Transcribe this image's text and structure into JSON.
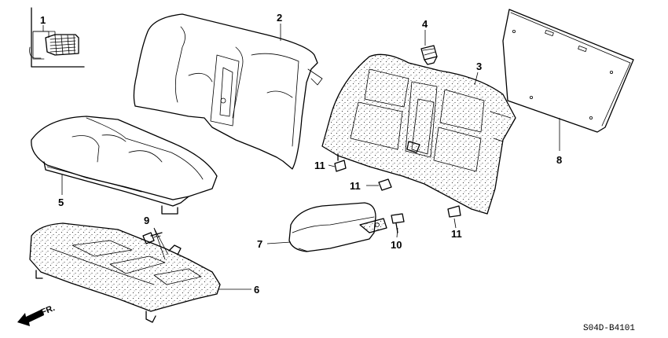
{
  "diagram_code": "S04D-B4101",
  "direction_label": "FR.",
  "callouts": {
    "c1": "1",
    "c2": "2",
    "c3": "3",
    "c4": "4",
    "c5": "5",
    "c6": "6",
    "c7": "7",
    "c8": "8",
    "c9": "9",
    "c10": "10",
    "c11a": "11",
    "c11b": "11",
    "c11c": "11"
  }
}
